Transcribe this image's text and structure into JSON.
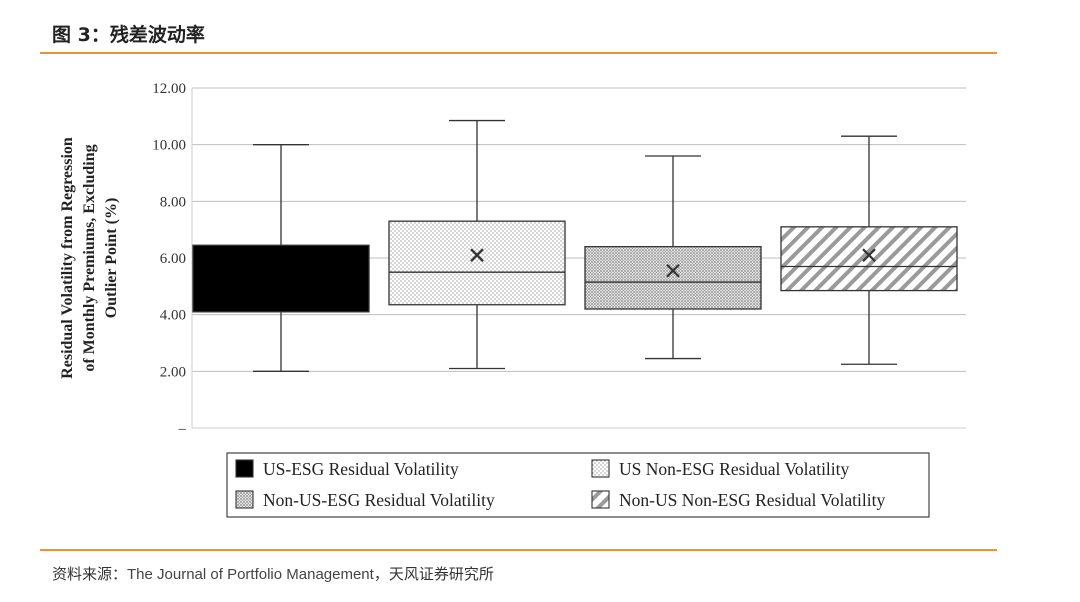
{
  "header": {
    "figure_title": "图 3：残差波动率"
  },
  "footer": {
    "source_prefix": "资料来源：",
    "source_en": "The Journal of Portfolio Management",
    "source_suffix": "，天风证券研究所"
  },
  "colors": {
    "rule": "#e8923a",
    "grid": "#bdbdbd",
    "box_stroke": "#333333",
    "solid_fill": "#000000"
  },
  "chart_data": {
    "type": "box",
    "ylabel": "Residual Volatility from Regression of Monthly Premiums, Excluding Outlier Point (%)",
    "ylabel_lines": [
      "Residual Volatility from Regression",
      "of Monthly Premiums, Excluding",
      "Outlier Point (%)"
    ],
    "ylim": [
      0,
      12
    ],
    "yticks": [
      {
        "value": 0,
        "label": "–"
      },
      {
        "value": 2,
        "label": "2.00"
      },
      {
        "value": 4,
        "label": "4.00"
      },
      {
        "value": 6,
        "label": "6.00"
      },
      {
        "value": 8,
        "label": "8.00"
      },
      {
        "value": 10,
        "label": "10.00"
      },
      {
        "value": 12,
        "label": "12.00"
      }
    ],
    "grid": true,
    "legend_position": "bottom",
    "series": [
      {
        "name": "US-ESG Residual Volatility",
        "min": 2.0,
        "q1": 4.1,
        "median": 6.45,
        "q3": 6.45,
        "max": 10.0,
        "mean": null,
        "pattern": "solid"
      },
      {
        "name": "US Non-ESG Residual Volatility",
        "min": 2.1,
        "q1": 4.35,
        "median": 5.5,
        "q3": 7.3,
        "max": 10.85,
        "mean": 6.1,
        "pattern": "dots"
      },
      {
        "name": "Non-US-ESG Residual Volatility",
        "min": 2.45,
        "q1": 4.2,
        "median": 5.15,
        "q3": 6.4,
        "max": 9.6,
        "mean": 5.55,
        "pattern": "dense-dots"
      },
      {
        "name": "Non-US Non-ESG Residual Volatility",
        "min": 2.25,
        "q1": 4.85,
        "median": 5.7,
        "q3": 7.1,
        "max": 10.3,
        "mean": 6.1,
        "pattern": "hatch"
      }
    ]
  }
}
